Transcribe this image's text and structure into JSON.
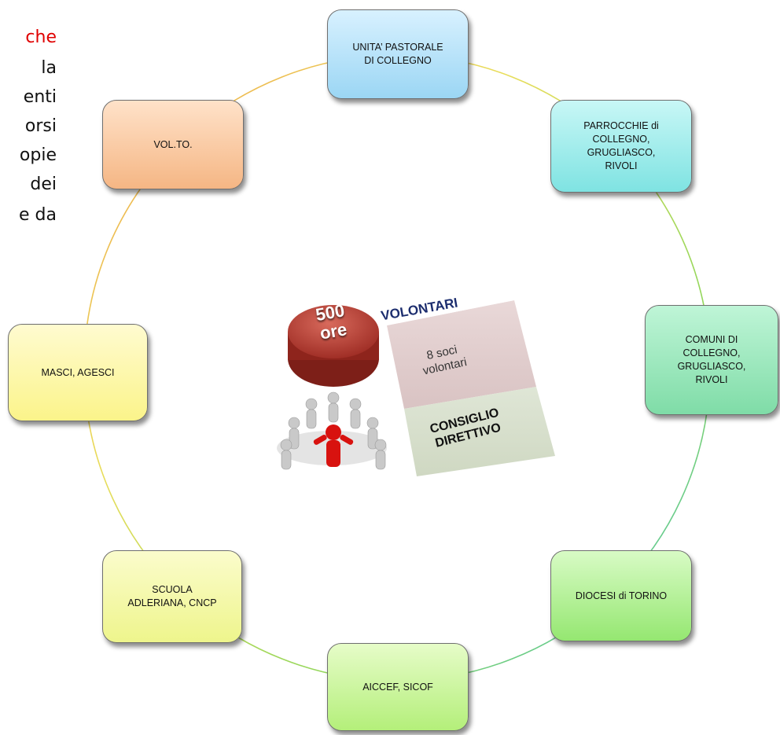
{
  "side_text": {
    "lines": [
      "che",
      "la",
      "enti",
      "orsi",
      "opie",
      "dei",
      "e da"
    ]
  },
  "nodes": {
    "unita": "UNITA’ PASTORALE\nDI COLLEGNO",
    "parrocchie": "PARROCCHIE di\nCOLLEGNO,\nGRUGLIASCO,\nRIVOLI",
    "comuni": "COMUNI DI\nCOLLEGNO,\nGRUGLIASCO,\nRIVOLI",
    "diocesi": "DIOCESI di TORINO",
    "aiccef": "AICCEF, SICOF",
    "scuola": "SCUOLA\nADLERIANA, CNCP",
    "masci": "MASCI, AGESCI",
    "volto": "VOL.TO."
  },
  "center": {
    "badge": "500\nore",
    "volontari": "VOLONTARI",
    "soci": "8 soci\nvolontari",
    "consiglio": "CONSIGLIO\nDIRETTIVO"
  },
  "colors": {
    "side_text_accent": "#e00000",
    "ring": "gradient-orange-yellow-green-teal"
  }
}
